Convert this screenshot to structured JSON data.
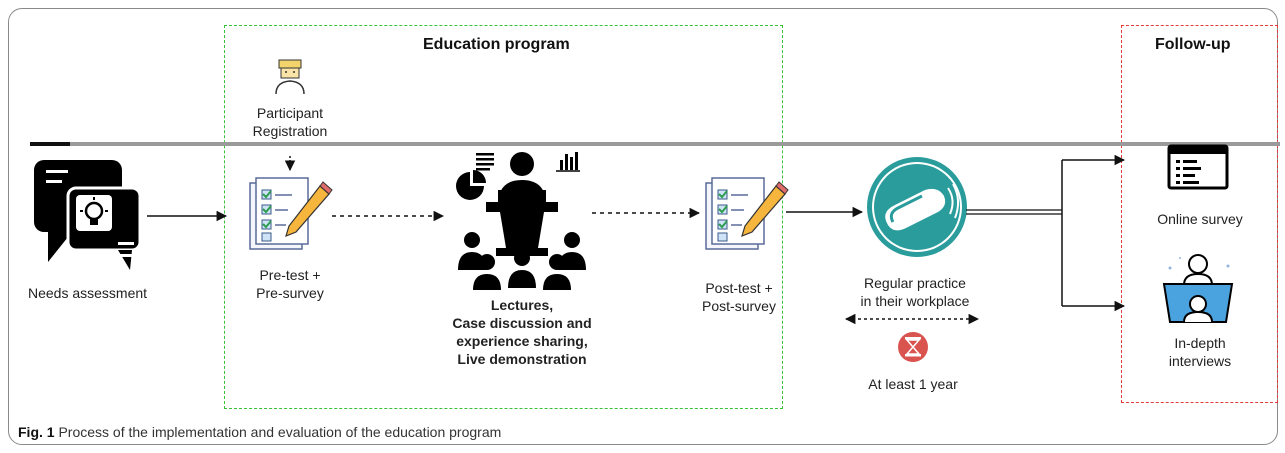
{
  "boxes": {
    "education": "Education program",
    "followup": "Follow-up"
  },
  "steps": {
    "needs": "Needs assessment",
    "registration_1": "Participant",
    "registration_2": "Registration",
    "pretest_1": "Pre-test +",
    "pretest_2": "Pre-survey",
    "lectures_1": "Lectures,",
    "lectures_2": "Case discussion and",
    "lectures_3": "experience sharing,",
    "lectures_4": "Live demonstration",
    "posttest_1": "Post-test +",
    "posttest_2": "Post-survey",
    "practice_1": "Regular practice",
    "practice_2": "in their workplace",
    "duration": "At least 1 year",
    "online_survey": "Online survey",
    "interviews_1": "In-depth",
    "interviews_2": "interviews"
  },
  "caption": {
    "label": "Fig. 1",
    "text": " Process of the implementation and evaluation of the education program"
  },
  "colors": {
    "program_border": "#39c239",
    "followup_border": "#e23b3b",
    "teal": "#2a9c9c",
    "hourglass": "#d9534f"
  },
  "icons": [
    "lightbulb-chat-icon",
    "person-icon",
    "checklist-pencil-icon",
    "lecture-podium-icon",
    "ultrasound-probe-icon",
    "hourglass-icon",
    "survey-window-icon",
    "interview-icon"
  ]
}
